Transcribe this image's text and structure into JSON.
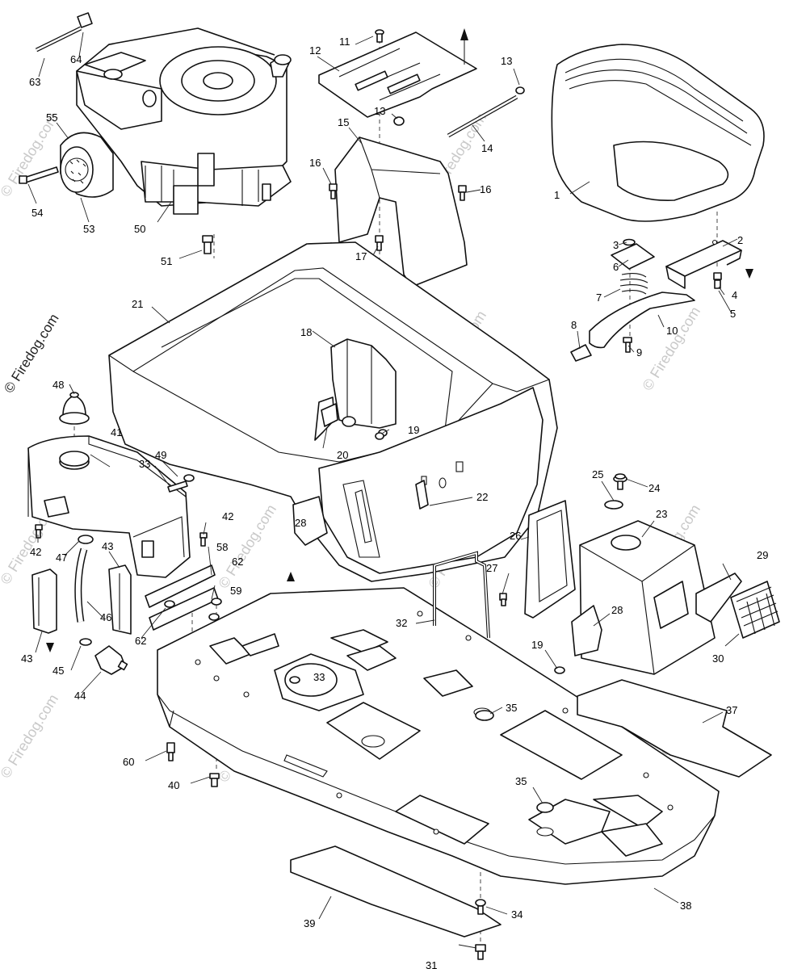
{
  "watermark": {
    "text": "© Firedog.com",
    "repeat_text": "© Firedog.com"
  },
  "callouts": [
    "1",
    "2",
    "3",
    "4",
    "5",
    "6",
    "7",
    "8",
    "9",
    "10",
    "11",
    "12",
    "13",
    "13",
    "14",
    "15",
    "16",
    "16",
    "17",
    "18",
    "19",
    "19",
    "20",
    "21",
    "22",
    "23",
    "24",
    "25",
    "26",
    "27",
    "28",
    "28",
    "29",
    "30",
    "31",
    "32",
    "33",
    "33",
    "34",
    "35",
    "35",
    "37",
    "38",
    "39",
    "40",
    "41",
    "42",
    "42",
    "43",
    "43",
    "44",
    "45",
    "46",
    "47",
    "48",
    "49",
    "50",
    "51",
    "53",
    "54",
    "55",
    "58",
    "59",
    "60",
    "62",
    "62",
    "63",
    "64"
  ]
}
